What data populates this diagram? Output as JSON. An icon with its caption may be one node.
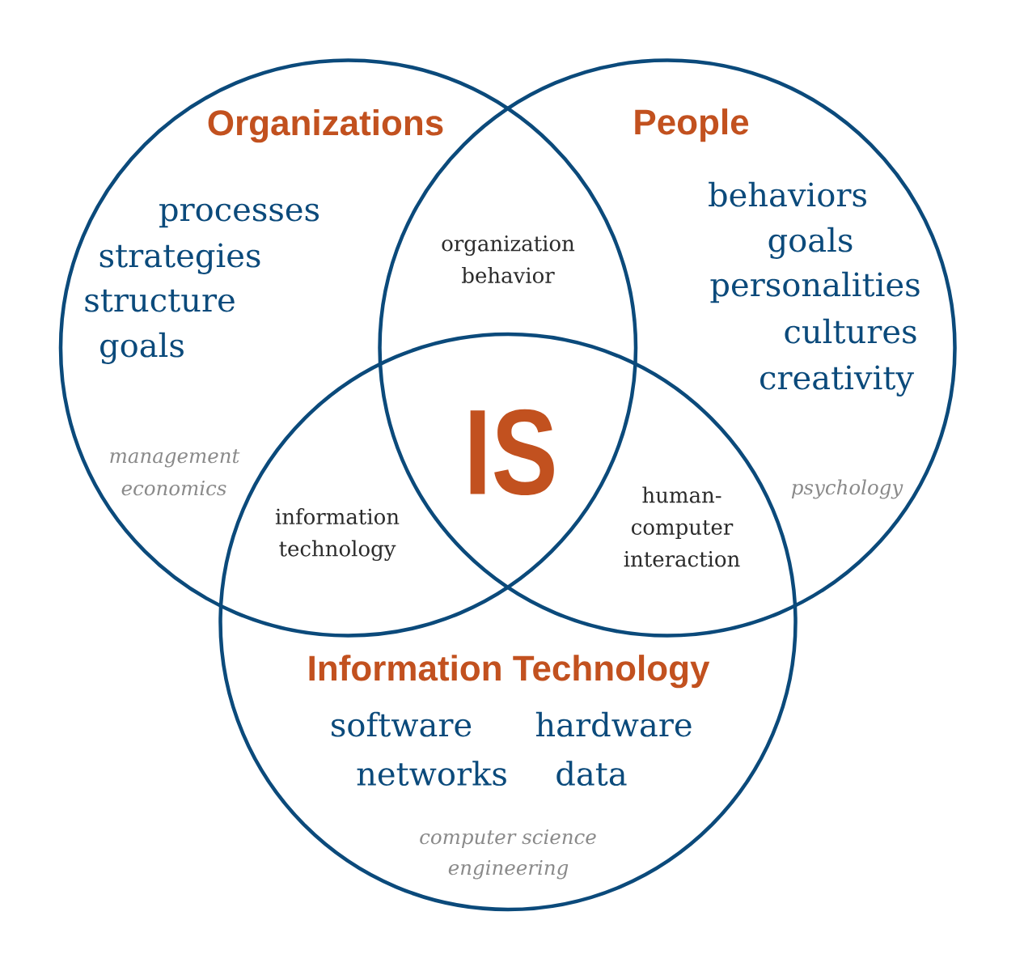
{
  "diagram": {
    "nodes": [
      {
        "text": [
          "Organizations",
          "processes",
          "strategies",
          "structure",
          "goals",
          "management",
          "economics"
        ]
      },
      {
        "text": [
          "People",
          "behaviors",
          "goals",
          "personalities",
          "cultures",
          "creativity",
          "psychology"
        ]
      },
      {
        "text": [
          "Information Technology",
          "software",
          "hardware",
          "networks",
          "data",
          "computer science",
          "engineering"
        ]
      }
    ],
    "labels": [
      "organization behavior",
      "IS",
      "information technology",
      "human-computer interaction"
    ]
  }
}
